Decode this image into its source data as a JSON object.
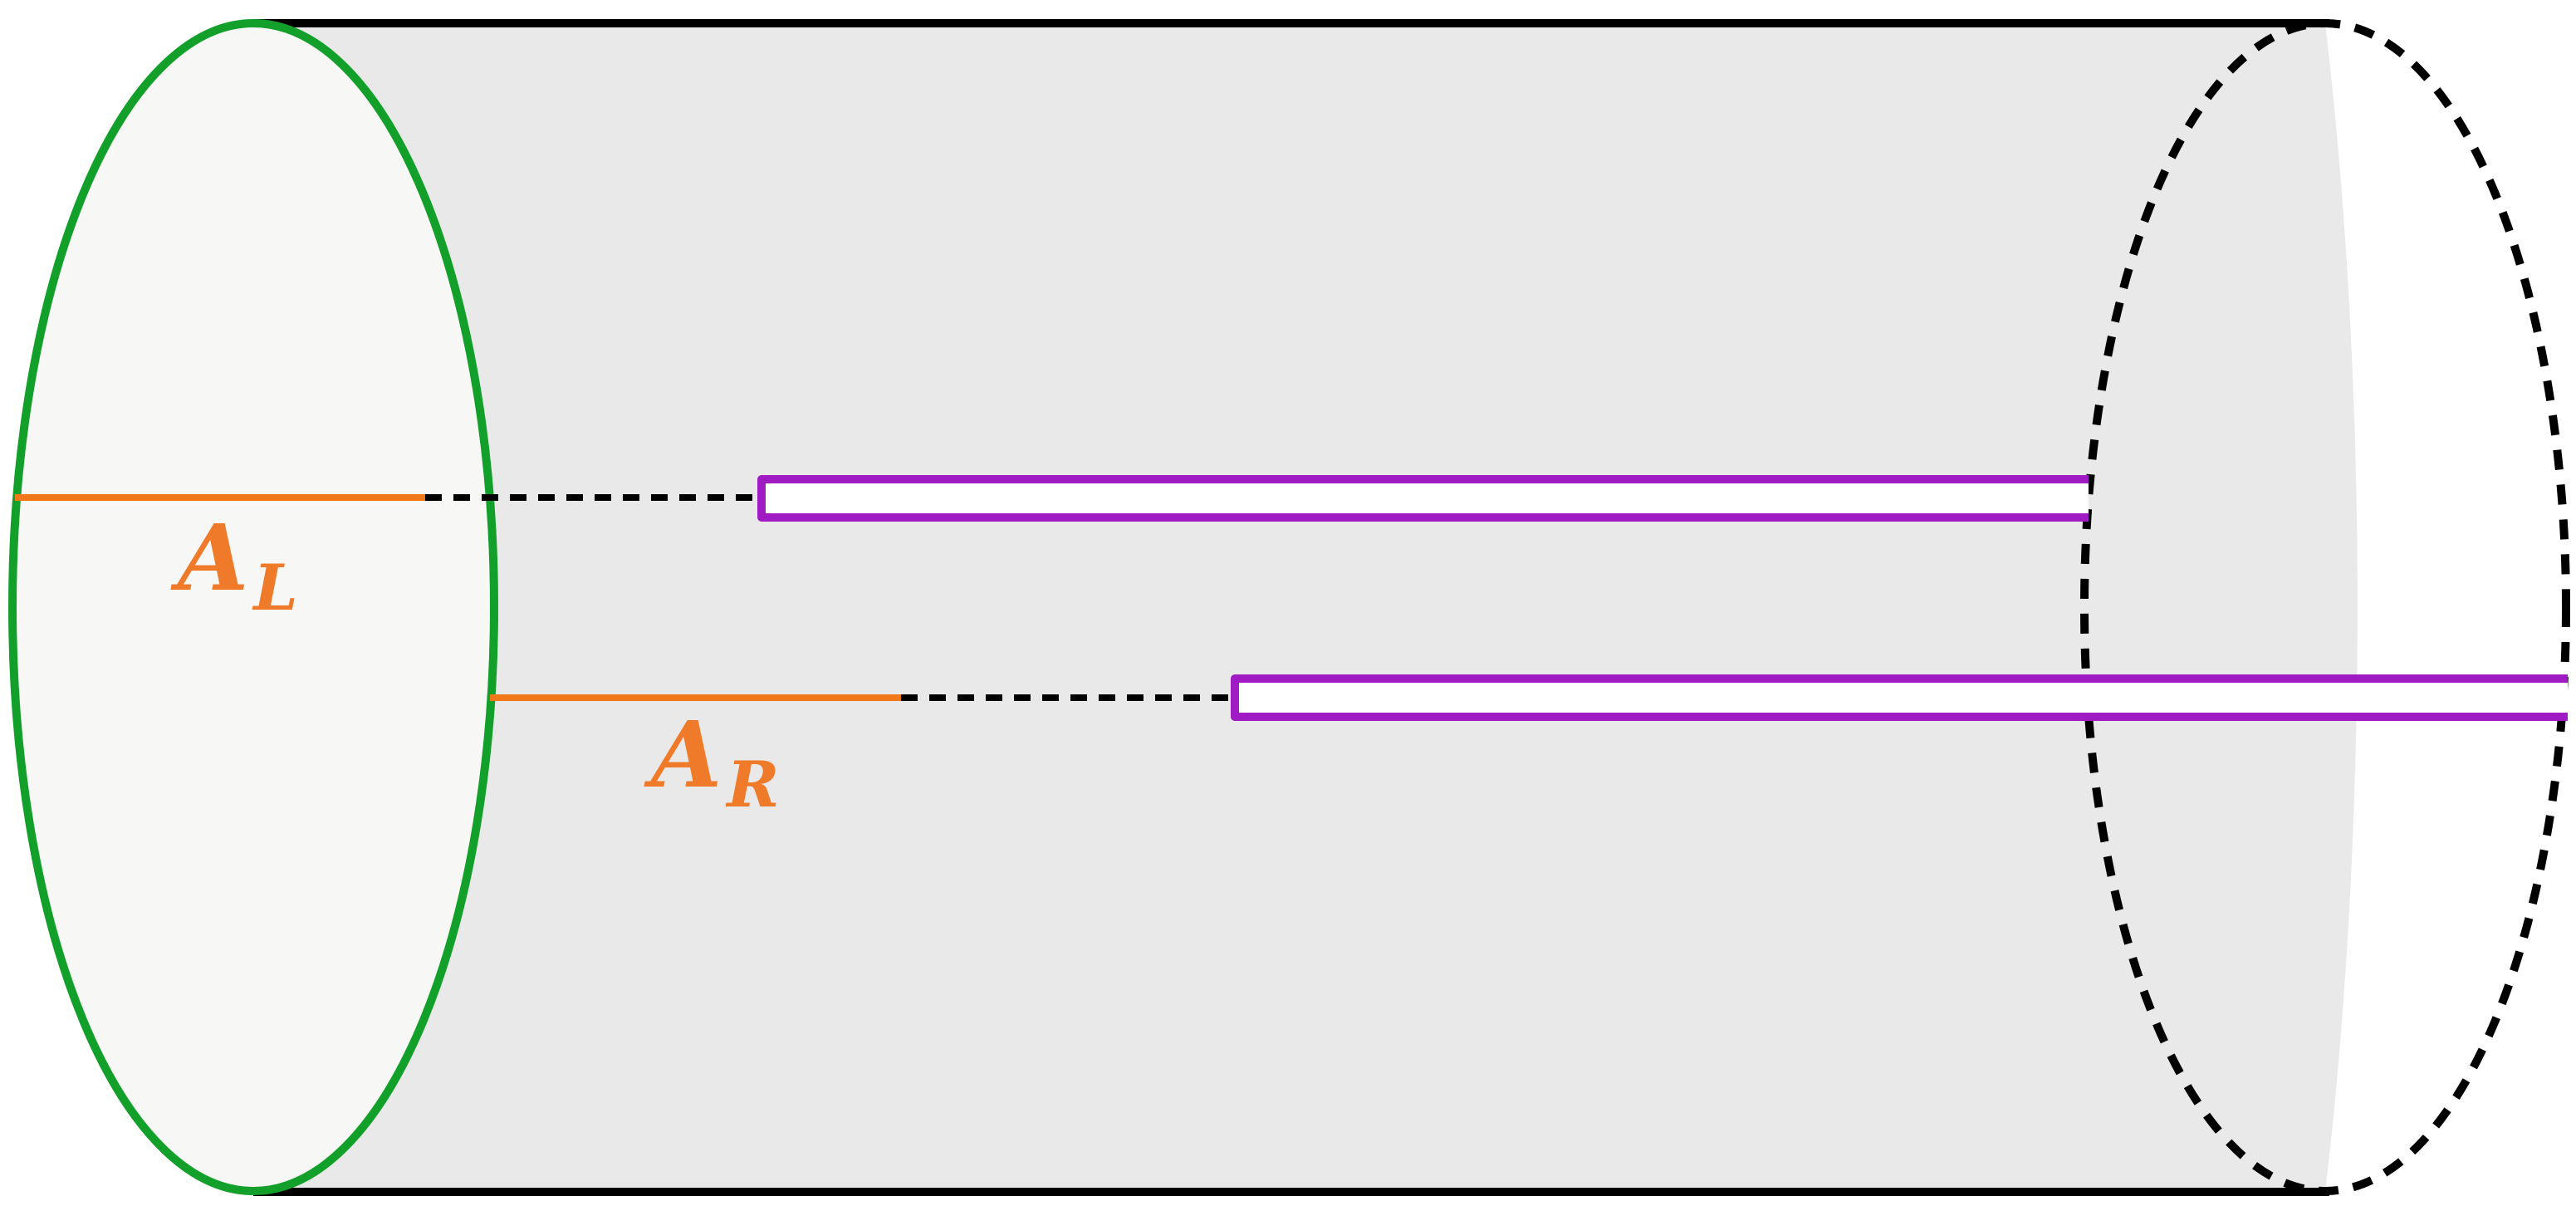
{
  "labels": {
    "left": {
      "main": "A",
      "sub": "L"
    },
    "right": {
      "main": "A",
      "sub": "R"
    }
  },
  "colors": {
    "cylinder_fill": "#e9e9e9",
    "left_face_fill": "#f7f7f5",
    "left_face_stroke": "#12a02a",
    "outline": "#000000",
    "region_line": "#f07818",
    "label": "#ef7a2a",
    "slit": "#a11bc4",
    "slit_fill": "#ffffff"
  }
}
